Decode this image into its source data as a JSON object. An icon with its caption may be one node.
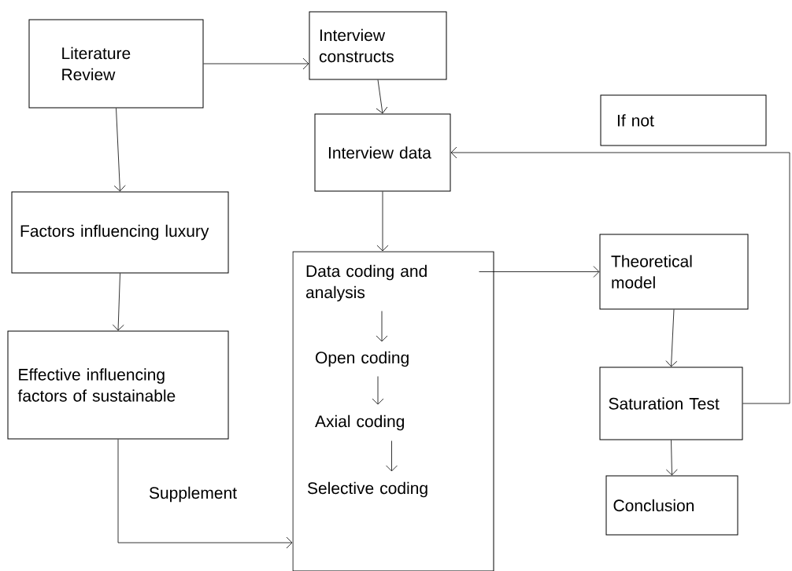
{
  "diagram": {
    "nodes": [
      {
        "text": [
          "Literature Review"
        ]
      },
      {
        "text": [
          "Interview constructs"
        ]
      },
      {
        "text": [
          "Interview data"
        ]
      },
      {
        "text": [
          "If not"
        ]
      },
      {
        "text": [
          "Factors influencing luxury"
        ]
      },
      {
        "text": [],
        "shape": "box"
      },
      {
        "text": [
          "Data coding and analysis"
        ],
        "in": 5
      },
      {
        "text": [
          "Open coding"
        ],
        "in": 5
      },
      {
        "text": [
          "Axial coding"
        ],
        "in": 5
      },
      {
        "text": [
          "Selective coding"
        ],
        "in": 5
      },
      {
        "text": [
          "Effective influencing factors of sustainable"
        ]
      },
      {
        "text": [
          "Theoretical model"
        ]
      },
      {
        "text": [
          "Saturation Test"
        ]
      },
      {
        "text": [
          "Conclusion"
        ]
      }
    ],
    "edges": [
      {
        "from": 0,
        "to": 1,
        "arrow": "to"
      },
      {
        "from": 1,
        "to": 2,
        "arrow": "to"
      },
      {
        "from": 0,
        "to": 4,
        "arrow": "to"
      },
      {
        "from": 4,
        "to": 10,
        "arrow": "to"
      },
      {
        "from": 2,
        "to": 5,
        "arrow": "to"
      },
      {
        "from": 6,
        "to": 11,
        "arrow": "to"
      },
      {
        "from": 6,
        "to": 7,
        "arrow": "to"
      },
      {
        "from": 7,
        "to": 8,
        "arrow": "to"
      },
      {
        "from": 8,
        "to": 9,
        "arrow": "to"
      },
      {
        "from": 10,
        "to": 5,
        "arrow": "to",
        "label": "Supplement"
      },
      {
        "from": 11,
        "to": 12,
        "arrow": "to"
      },
      {
        "from": 12,
        "to": 13,
        "arrow": "to"
      },
      {
        "from": 12,
        "to": 2,
        "arrow": "to"
      }
    ]
  }
}
